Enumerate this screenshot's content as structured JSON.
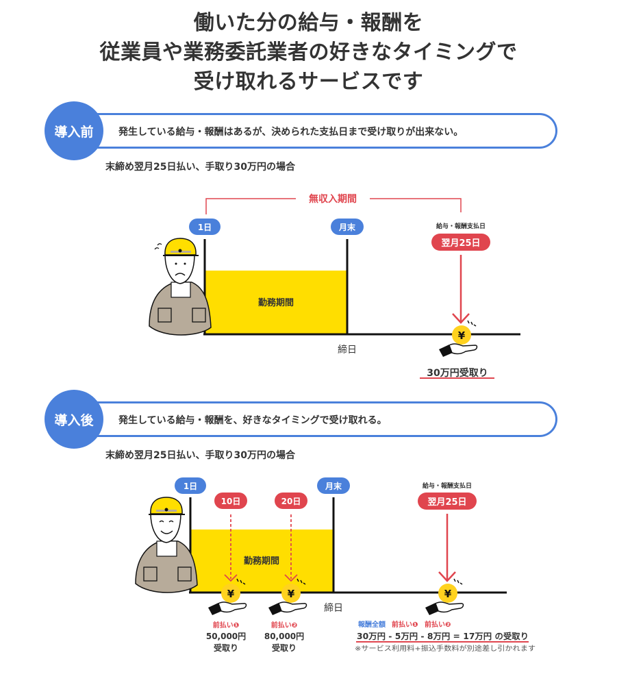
{
  "headline": {
    "line1": "働いた分の給与・報酬を",
    "line2": "従業員や業務委託業者の好きなタイミングで",
    "line3": "受け取れるサービスです"
  },
  "colors": {
    "brand_blue": "#4a80db",
    "accent_red": "#e0454e",
    "work_yellow": "#ffde00",
    "coin_yellow": "#ffd21f",
    "text_dark": "#333333",
    "worker_jacket": "#b7ab9a"
  },
  "before": {
    "badge": "導入前",
    "description": "発生している給与・報酬はあるが、決められた支払日まで受け取りが出来ない。",
    "case": "末締め翌月25日払い、手取り30万円の場合",
    "no_income_label": "無収入期間",
    "start_label": "1日",
    "month_end_label": "月末",
    "payday_caption": "給与・報酬支払日",
    "payday_label": "翌月25日",
    "work_period_label": "勤務期間",
    "cutoff_label": "締日",
    "receive_label": "30万円受取り",
    "worker_mood": "worried"
  },
  "after": {
    "badge": "導入後",
    "description": "発生している給与・報酬を、好きなタイミングで受け取れる。",
    "case": "末締め翌月25日払い、手取り30万円の場合",
    "start_label": "1日",
    "month_end_label": "月末",
    "payday_caption": "給与・報酬支払日",
    "payday_label": "翌月25日",
    "work_period_label": "勤務期間",
    "cutoff_label": "締日",
    "worker_mood": "happy",
    "advances": [
      {
        "day_label": "10日",
        "tag": "前払い❶",
        "amount": "50,000円",
        "receive": "受取り"
      },
      {
        "day_label": "20日",
        "tag": "前払い❷",
        "amount": "80,000円",
        "receive": "受取り"
      }
    ],
    "summary": {
      "tag_total": "報酬全額",
      "tag_adv1": "前払い❶",
      "tag_adv2": "前払い❷",
      "formula": "30万円 - 5万円 - 8万円 = 17万円 の受取り",
      "note": "※サービス利用料+振込手数料が別途差し引かれます"
    }
  },
  "icons": {
    "coin": "yen-coin-icon",
    "hand": "receiving-hand-icon",
    "worker": "worker-illustration"
  },
  "coin_symbol": "¥"
}
